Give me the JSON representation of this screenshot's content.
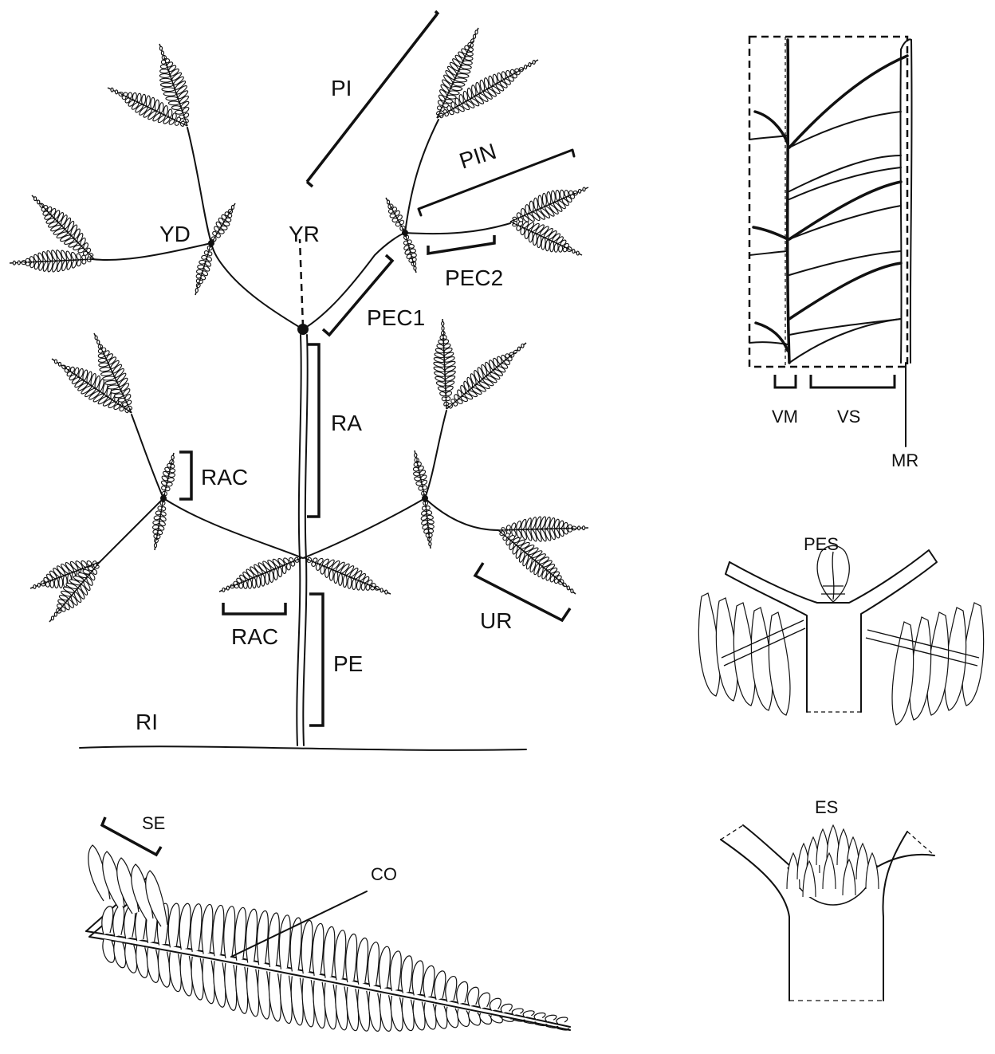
{
  "labels": {
    "pi": "PI",
    "pin": "PIN",
    "yd": "YD",
    "yr": "YR",
    "pec1": "PEC1",
    "pec2": "PEC2",
    "ra": "RA",
    "rac_upper": "RAC",
    "rac_lower": "RAC",
    "ur": "UR",
    "pe": "PE",
    "ri": "RI",
    "se": "SE",
    "co": "CO",
    "vm": "VM",
    "vs": "VS",
    "mr": "MR",
    "pes": "PES",
    "es": "ES"
  }
}
